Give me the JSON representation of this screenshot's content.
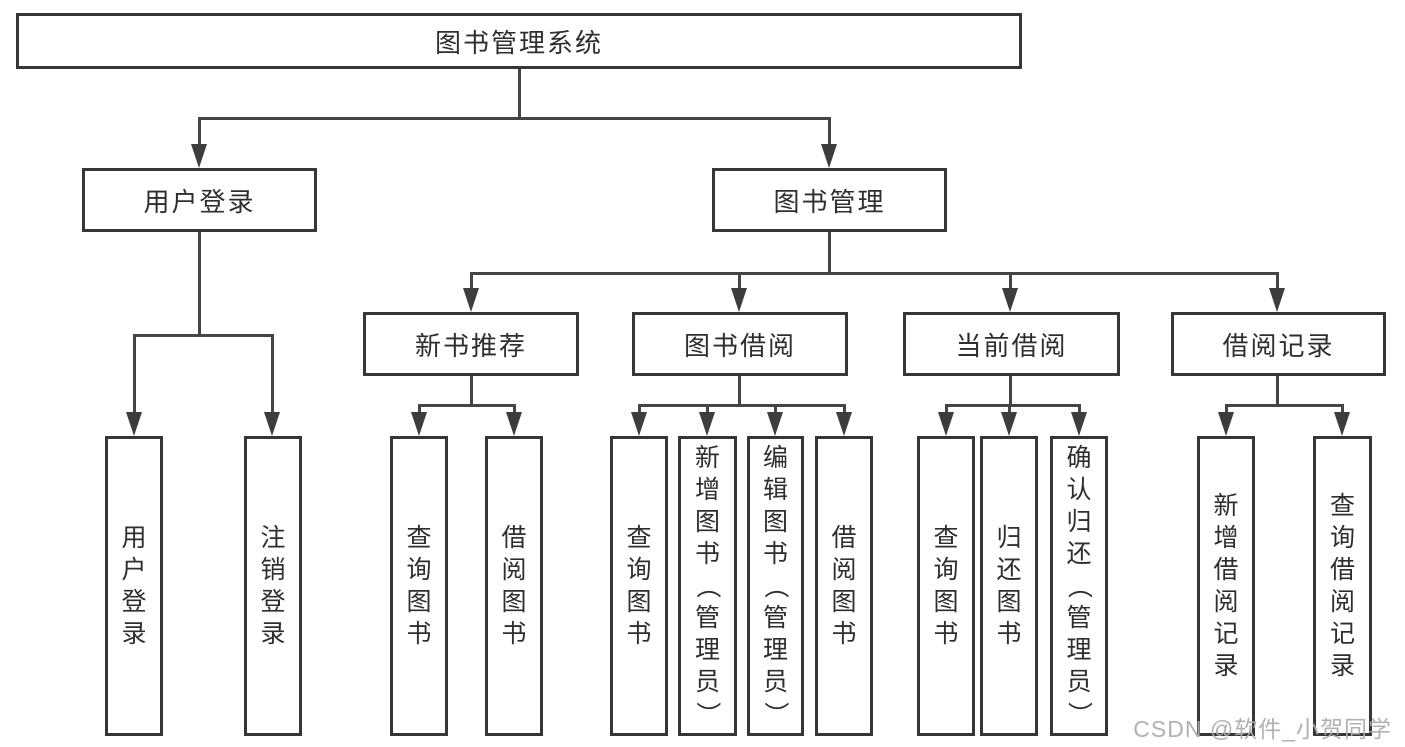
{
  "tree": {
    "root": {
      "label": "图书管理系统",
      "children": [
        {
          "label": "用户登录",
          "children": [
            {
              "label": "用户登录"
            },
            {
              "label": "注销登录"
            }
          ]
        },
        {
          "label": "图书管理",
          "children": [
            {
              "label": "新书推荐",
              "children": [
                {
                  "label": "查询图书"
                },
                {
                  "label": "借阅图书"
                }
              ]
            },
            {
              "label": "图书借阅",
              "children": [
                {
                  "label": "查询图书"
                },
                {
                  "label": "新增图书（管理员）"
                },
                {
                  "label": "编辑图书（管理员）"
                },
                {
                  "label": "借阅图书"
                }
              ]
            },
            {
              "label": "当前借阅",
              "children": [
                {
                  "label": "查询图书"
                },
                {
                  "label": "归还图书"
                },
                {
                  "label": "确认归还（管理员）"
                }
              ]
            },
            {
              "label": "借阅记录",
              "children": [
                {
                  "label": "新增借阅记录"
                },
                {
                  "label": "查询借阅记录"
                }
              ]
            }
          ]
        }
      ]
    }
  },
  "watermark": "CSDN @软件_小贺同学",
  "colors": {
    "line": "#454545",
    "border": "#363636",
    "text": "#2e2e2e",
    "watermark": "#adadad"
  }
}
